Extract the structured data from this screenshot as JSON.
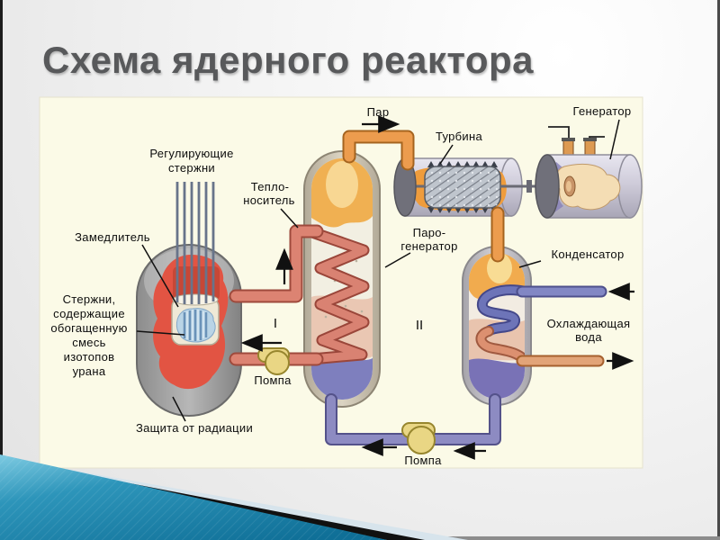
{
  "title": "Схема ядерного реактора",
  "labels": {
    "steam": "Пар",
    "turbine": "Турбина",
    "generator": "Генератор",
    "control_rods_line1": "Регулирующие",
    "control_rods_line2": "стержни",
    "coolant_line1": "Тепло-",
    "coolant_line2": "носитель",
    "moderator": "Замедлитель",
    "fuel_line1": "Стержни,",
    "fuel_line2": "содержащие",
    "fuel_line3": "обогащенную",
    "fuel_line4": "смесь",
    "fuel_line5": "изотопов",
    "fuel_line6": "урана",
    "steamgen_line1": "Паро-",
    "steamgen_line2": "генератор",
    "condenser": "Конденсатор",
    "cooling_line1": "Охлаждающая",
    "cooling_line2": "вода",
    "shielding": "Защита от радиации",
    "pump_primary": "Помпа",
    "pump_secondary": "Помпа",
    "loop_primary": "I",
    "loop_secondary": "II"
  },
  "colors": {
    "title_gray": "#58595b",
    "panel_cream": "#fbfae7",
    "accent_teal": "#2d95ba",
    "reactor_red": "#e25443",
    "pipe_primary": "#dc8372",
    "pipe_steam": "#ec9c4e",
    "pipe_cooling_in": "#8287c4",
    "pipe_cooling_out": "#e2a478",
    "pipe_condensate": "#8d8bc2",
    "pump_yellow": "#e9d684"
  }
}
